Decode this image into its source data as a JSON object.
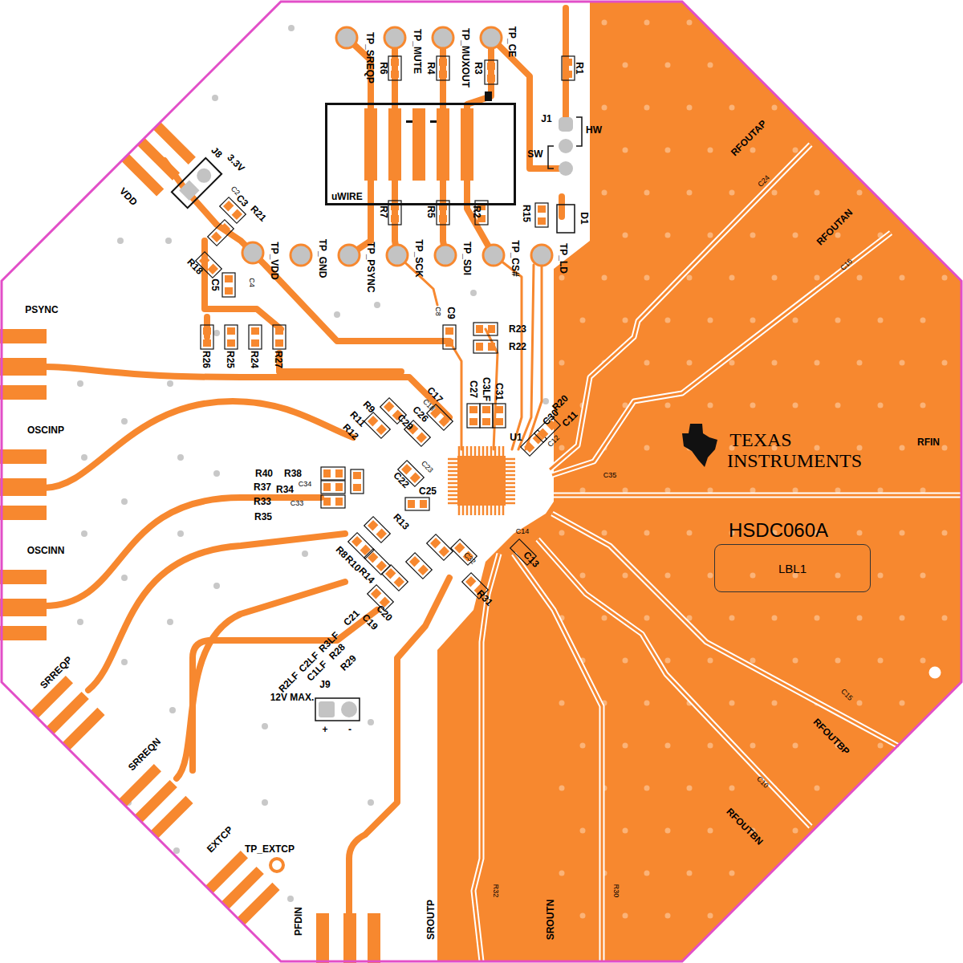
{
  "diagram": {
    "nodes": [
      {
        "text": [
          "uWIRE"
        ]
      },
      {
        "text": [
          "LBL1"
        ]
      }
    ],
    "labels": [
      "TP_SREQP",
      "TP_MUTE",
      "TP_MUXOUT",
      "TP_CE",
      "R6",
      "R4",
      "R3",
      "R1",
      "J1",
      "HW",
      "SW",
      "R7",
      "R5",
      "R2",
      "R15",
      "D1",
      "J8",
      "3.3V",
      "C2",
      "C3",
      "R21",
      "VDD",
      "TP_VDD",
      "TP_GND",
      "TP_PSYNC",
      "TP_SCK",
      "TP_SDI",
      "TP_CS#",
      "TP_LD",
      "R18",
      "C5",
      "C4",
      "C8",
      "C9",
      "R23",
      "R22",
      "R26",
      "R25",
      "R24",
      "R27",
      "PSYNC",
      "OSCINP",
      "OSCINN",
      "SRREQP",
      "SRREQN",
      "EXTCP",
      "TP_EXTCP",
      "PFDIN",
      "SROUTP",
      "SROUTN",
      "R32",
      "R30",
      "RFOUTBN",
      "C10",
      "RFOUTBP",
      "C15",
      "HSDC060A",
      "RFIN",
      "C35",
      "TEXAS",
      "INSTRUMENTS",
      "RFOUTAN",
      "C16",
      "RFOUTAP",
      "C24",
      "R9",
      "R11",
      "R12",
      "C29",
      "C17",
      "C18",
      "C26",
      "C27",
      "C3LF",
      "C31",
      "R20",
      "C30",
      "C11",
      "C12",
      "U1",
      "R40",
      "R38",
      "R37",
      "R34",
      "C34",
      "R33",
      "C33",
      "R35",
      "C23",
      "C22",
      "C25",
      "R13",
      "R8",
      "R10",
      "R14",
      "C32",
      "C14",
      "C13",
      "R31",
      "C19",
      "C20",
      "R2LF",
      "C2LF",
      "R3LF",
      "C21",
      "C1LF",
      "R28",
      "R29",
      "J9",
      "12V MAX.",
      "+",
      "-"
    ]
  }
}
